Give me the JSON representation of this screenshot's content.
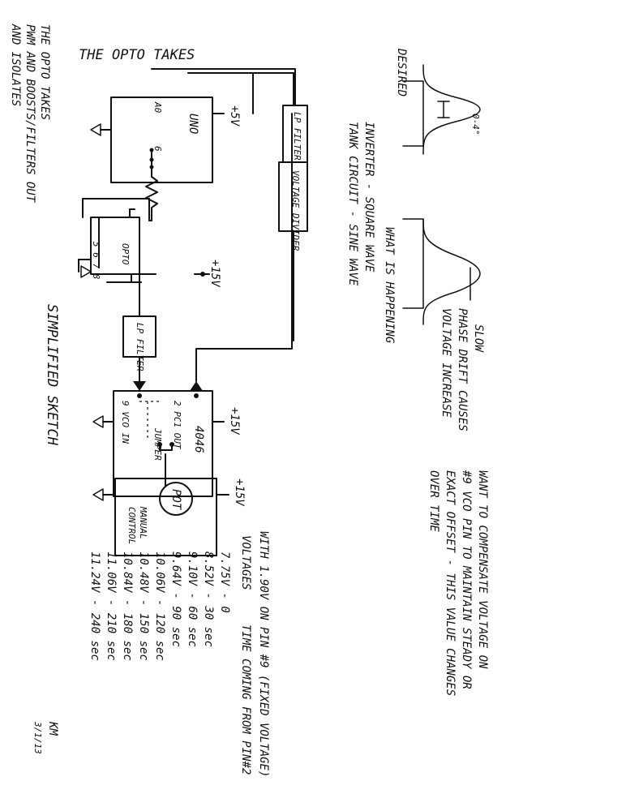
{
  "sketch_title": "SIMPLIFIED SKETCH",
  "blocks": {
    "uno": "UNO",
    "uno_pin_a0": "A0",
    "uno_pin_6": "6",
    "lp_filter_1": "LP FILTER",
    "voltage_divider": "VOLTAGE DIVIDER",
    "opto": "OPTO",
    "opto_pins": "5 6 7 8",
    "lp_filter_2": "LP FILTER",
    "ic_4046": "4046",
    "pc1_out": "2 PC1 OUT",
    "vco_in": "9 VCO IN",
    "jumper": "JUMPER",
    "pot": "POT",
    "manual_control_1": "MANUAL",
    "manual_control_2": "CONTROL"
  },
  "supplies": {
    "uno": "+5V",
    "opto": "+15V",
    "ic_4046": "+15V",
    "pot": "+15V"
  },
  "notes": {
    "opto_line1": "THE OPTO TAKES",
    "opto_line2": "PWM AND BOOSTS/FILTERS OUT",
    "opto_line3": "AND ISOLATES",
    "inverter": "INVERTER - SQUARE WAVE",
    "tank": "TANK CIRCUIT - SINE WAVE",
    "slow": "SLOW",
    "phase_drift": "PHASE DRIFT CAUSES",
    "voltage_increase": "VOLTAGE INCREASE",
    "want_line1": "WANT TO COMPENSATE VOLTAGE ON",
    "want_line2": "#9 VCO PIN TO MAINTAIN STEADY OR",
    "want_line3": "EXACT OFFSET - THIS VALUE CHANGES",
    "want_line4": "OVER TIME"
  },
  "waveforms": {
    "desired": "DESIRED",
    "offset": "0-4°",
    "happening": "WHAT IS HAPPENING"
  },
  "table": {
    "header_note": "WITH 1.90V ON PIN #9 (FIXED VOLTAGE)",
    "col_voltages": "VOLTAGES",
    "col_time": "TIME COMING FROM PIN#2",
    "rows": [
      "7.75V - 0",
      "8.52V - 30 sec",
      "9.10V - 60 sec",
      "9.64V - 90 sec",
      "10.06V - 120 sec",
      "10.48V - 150 sec",
      "10.84V - 180 sec",
      "11.06V - 210 sec",
      "11.24V - 240 sec"
    ]
  },
  "signature": {
    "initials": "KM",
    "date": "3/1/13"
  }
}
